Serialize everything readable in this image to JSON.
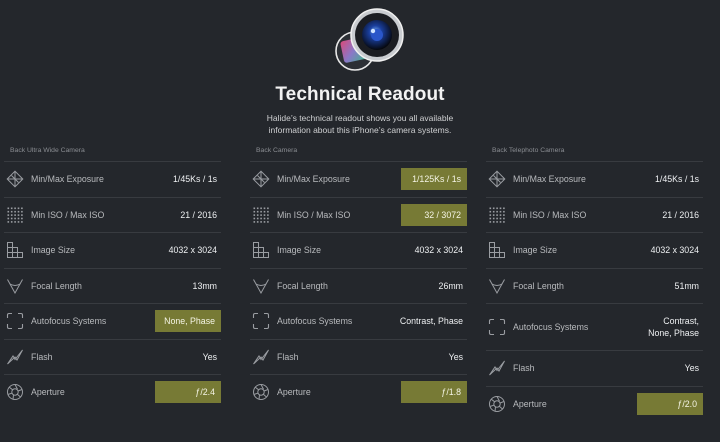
{
  "header": {
    "title": "Technical Readout",
    "subtitle": "Halide’s technical readout shows you all available information about this iPhone’s camera systems."
  },
  "columns": [
    {
      "name": "Back Ultra Wide Camera",
      "rows": [
        {
          "icon": "exposure-icon",
          "label": "Min/Max Exposure",
          "value": "1/45Ks / 1s",
          "highlight": false
        },
        {
          "icon": "iso-grid-icon",
          "label": "Min ISO / Max ISO",
          "value": "21 / 2016",
          "highlight": false
        },
        {
          "icon": "image-size-icon",
          "label": "Image Size",
          "value": "4032 x 3024",
          "highlight": false
        },
        {
          "icon": "focal-length-icon",
          "label": "Focal Length",
          "value": "13mm",
          "highlight": false
        },
        {
          "icon": "autofocus-icon",
          "label": "Autofocus Systems",
          "value": "None, Phase",
          "highlight": true
        },
        {
          "icon": "flash-icon",
          "label": "Flash",
          "value": "Yes",
          "highlight": false
        },
        {
          "icon": "aperture-icon",
          "label": "Aperture",
          "value": "ƒ/2.4",
          "highlight": true
        }
      ]
    },
    {
      "name": "Back Camera",
      "rows": [
        {
          "icon": "exposure-icon",
          "label": "Min/Max Exposure",
          "value": "1/125Ks / 1s",
          "highlight": true
        },
        {
          "icon": "iso-grid-icon",
          "label": "Min ISO / Max ISO",
          "value": "32 / 3072",
          "highlight": true
        },
        {
          "icon": "image-size-icon",
          "label": "Image Size",
          "value": "4032 x 3024",
          "highlight": false
        },
        {
          "icon": "focal-length-icon",
          "label": "Focal Length",
          "value": "26mm",
          "highlight": false
        },
        {
          "icon": "autofocus-icon",
          "label": "Autofocus Systems",
          "value": "Contrast, Phase",
          "highlight": false
        },
        {
          "icon": "flash-icon",
          "label": "Flash",
          "value": "Yes",
          "highlight": false
        },
        {
          "icon": "aperture-icon",
          "label": "Aperture",
          "value": "ƒ/1.8",
          "highlight": true
        }
      ]
    },
    {
      "name": "Back Telephoto Camera",
      "rows": [
        {
          "icon": "exposure-icon",
          "label": "Min/Max Exposure",
          "value": "1/45Ks / 1s",
          "highlight": false
        },
        {
          "icon": "iso-grid-icon",
          "label": "Min ISO / Max ISO",
          "value": "21 / 2016",
          "highlight": false
        },
        {
          "icon": "image-size-icon",
          "label": "Image Size",
          "value": "4032 x 3024",
          "highlight": false
        },
        {
          "icon": "focal-length-icon",
          "label": "Focal Length",
          "value": "51mm",
          "highlight": false
        },
        {
          "icon": "autofocus-icon",
          "label": "Autofocus Systems",
          "value": "Contrast,\nNone, Phase",
          "highlight": false
        },
        {
          "icon": "flash-icon",
          "label": "Flash",
          "value": "Yes",
          "highlight": false
        },
        {
          "icon": "aperture-icon",
          "label": "Aperture",
          "value": "ƒ/2.0",
          "highlight": true
        }
      ]
    }
  ],
  "colors": {
    "background": "#24272c",
    "highlight": "#777a35",
    "divider": "#383b40"
  }
}
